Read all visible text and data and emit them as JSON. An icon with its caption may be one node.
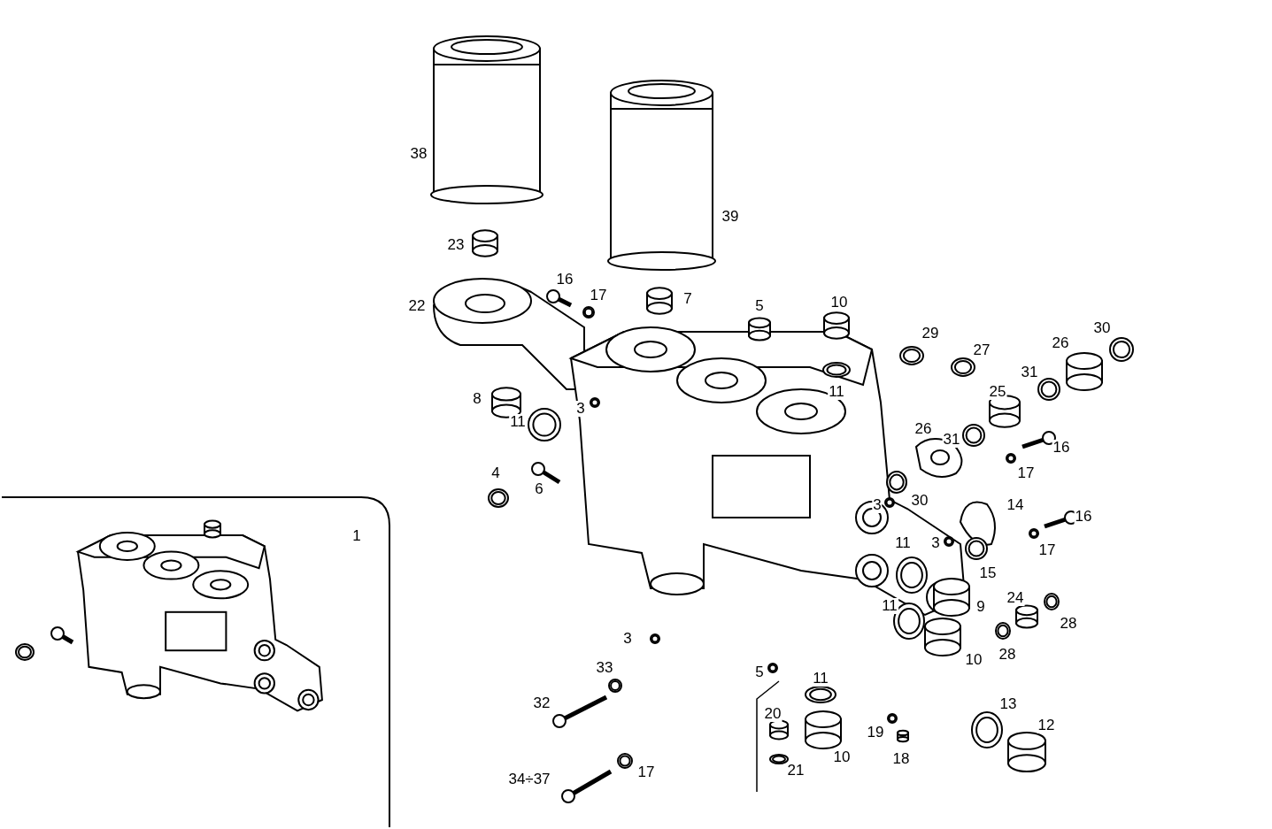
{
  "diagram": {
    "labels": [
      "38",
      "39",
      "23",
      "16",
      "17",
      "22",
      "7",
      "5",
      "10",
      "29",
      "27",
      "30",
      "26",
      "31",
      "25",
      "11",
      "8",
      "3",
      "11",
      "26",
      "31",
      "16",
      "4",
      "6",
      "17",
      "3",
      "30",
      "14",
      "16",
      "1",
      "3",
      "11",
      "15",
      "17",
      "9",
      "24",
      "11",
      "28",
      "3",
      "28",
      "10",
      "33",
      "5",
      "11",
      "32",
      "13",
      "12",
      "20",
      "19",
      "10",
      "18",
      "34÷37",
      "17",
      "21"
    ]
  }
}
